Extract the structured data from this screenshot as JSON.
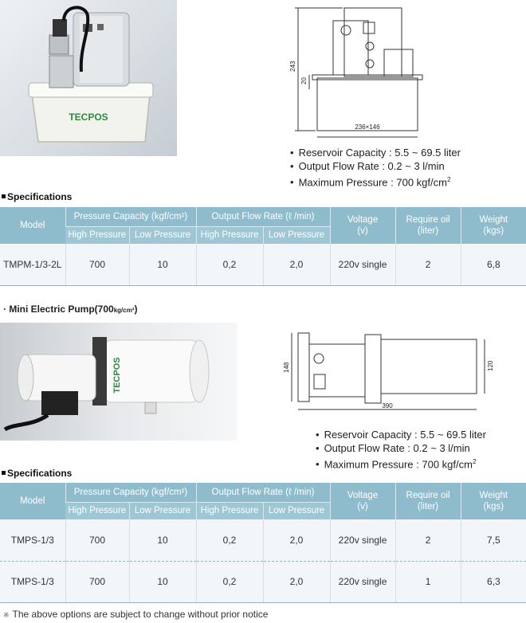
{
  "product1": {
    "brand_label": "TECPOS",
    "drawing": {
      "height_dim": "243",
      "base_dim": "20",
      "tank_dim": "236×146"
    },
    "bullets": [
      {
        "text": "Reservoir Capacity : 5.5 ~ 69.5 liter"
      },
      {
        "text": "Output Flow Rate : 0.2 ~ 3 l/min"
      },
      {
        "text": "Maximum Pressure : 700 kgf/cm",
        "sup": "2"
      }
    ]
  },
  "spec1": {
    "title": "Specifications",
    "headers": {
      "model": "Model",
      "pressure": "Pressure Capacity (kgf/cm²)",
      "flow": "Output Flow Rate (ℓ /min)",
      "voltage": "Voltage",
      "voltage_unit": "(v)",
      "oil": "Require oil",
      "oil_unit": "(liter)",
      "weight": "Weight",
      "weight_unit": "(kgs)",
      "high": "High Pressure",
      "low": "Low Pressure"
    },
    "rows": [
      [
        "TMPM-1/3-2L",
        "700",
        "10",
        "0,2",
        "2,0",
        "220v single",
        "2",
        "6,8"
      ]
    ]
  },
  "product2": {
    "heading": "· Mini Electric Pump(700",
    "heading_unit": "kg/cm²",
    "heading_close": ")",
    "brand_label": "TECPOS",
    "drawing": {
      "height_dim": "148",
      "right_dim": "120",
      "length_dim": "390"
    },
    "bullets": [
      {
        "text": "Reservoir Capacity : 5.5 ~ 69.5 liter"
      },
      {
        "text": "Output Flow Rate : 0.2 ~ 3 l/min"
      },
      {
        "text": "Maximum Pressure : 700 kgf/cm",
        "sup": "2"
      }
    ]
  },
  "spec2": {
    "title": "Specifications",
    "headers": {
      "model": "Model",
      "pressure": "Pressure Capacity (kgf/cm²)",
      "flow": "Output Flow Rate (ℓ /min)",
      "voltage": "Voltage",
      "voltage_unit": "(v)",
      "oil": "Require oil",
      "oil_unit": "(liter)",
      "weight": "Weight",
      "weight_unit": "(kgs)",
      "high": "High Pressure",
      "low": "Low Pressure"
    },
    "rows": [
      [
        "TMPS-1/3",
        "700",
        "10",
        "0,2",
        "2,0",
        "220v single",
        "2",
        "7,5"
      ],
      [
        "TMPS-1/3",
        "700",
        "10",
        "0,2",
        "2,0",
        "220v single",
        "1",
        "6,3"
      ]
    ]
  },
  "footer": {
    "mark": "※",
    "note": "The above options are subject to change without prior notice"
  },
  "colors": {
    "header_bg": "#8fbccd",
    "subheader_bg": "#9ec7d6",
    "row_bg": "#f3f6f8"
  }
}
